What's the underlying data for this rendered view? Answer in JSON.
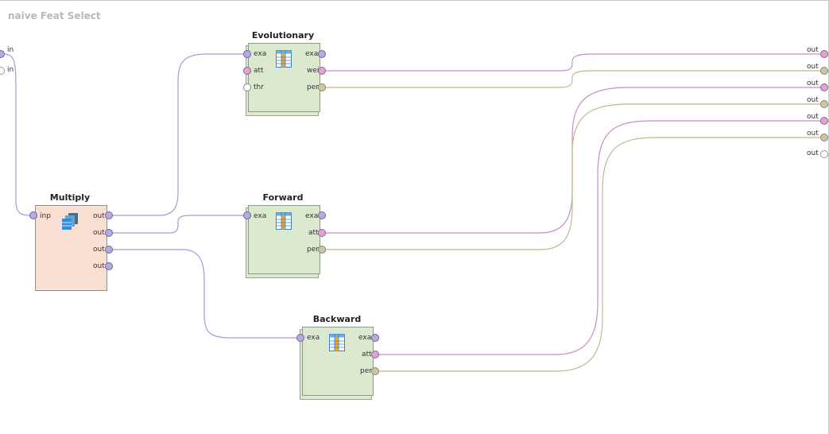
{
  "process": {
    "title": "naive Feat Select"
  },
  "input_ports": [
    {
      "label": "in",
      "type": "exa"
    },
    {
      "label": "in",
      "type": "empty"
    }
  ],
  "output_ports": [
    {
      "label": "out",
      "type": "att"
    },
    {
      "label": "out",
      "type": "per"
    },
    {
      "label": "out",
      "type": "att"
    },
    {
      "label": "out",
      "type": "per"
    },
    {
      "label": "out",
      "type": "att"
    },
    {
      "label": "out",
      "type": "per"
    },
    {
      "label": "out",
      "type": "empty"
    }
  ],
  "operators": {
    "multiply": {
      "name": "Multiply",
      "icon": "multiply-icon",
      "inputs": [
        {
          "label": "inp"
        }
      ],
      "outputs": [
        {
          "label": "out"
        },
        {
          "label": "out"
        },
        {
          "label": "out"
        },
        {
          "label": "out"
        }
      ]
    },
    "evolutionary": {
      "name": "Evolutionary",
      "icon": "table-select-icon",
      "inputs": [
        {
          "label": "exa"
        },
        {
          "label": "att"
        },
        {
          "label": "thr"
        }
      ],
      "outputs": [
        {
          "label": "exa"
        },
        {
          "label": "wei"
        },
        {
          "label": "per"
        }
      ]
    },
    "forward": {
      "name": "Forward",
      "icon": "table-select-icon",
      "inputs": [
        {
          "label": "exa"
        }
      ],
      "outputs": [
        {
          "label": "exa"
        },
        {
          "label": "att"
        },
        {
          "label": "per"
        }
      ]
    },
    "backward": {
      "name": "Backward",
      "icon": "table-select-icon",
      "inputs": [
        {
          "label": "exa"
        }
      ],
      "outputs": [
        {
          "label": "exa"
        },
        {
          "label": "att"
        },
        {
          "label": "per"
        }
      ]
    }
  },
  "colors": {
    "exa_wire": "#a89ad4",
    "att_wire": "#c98cc2",
    "per_wire": "#c2b98f",
    "op_green": "#dbe9cf",
    "op_pink": "#f9e0d3"
  }
}
